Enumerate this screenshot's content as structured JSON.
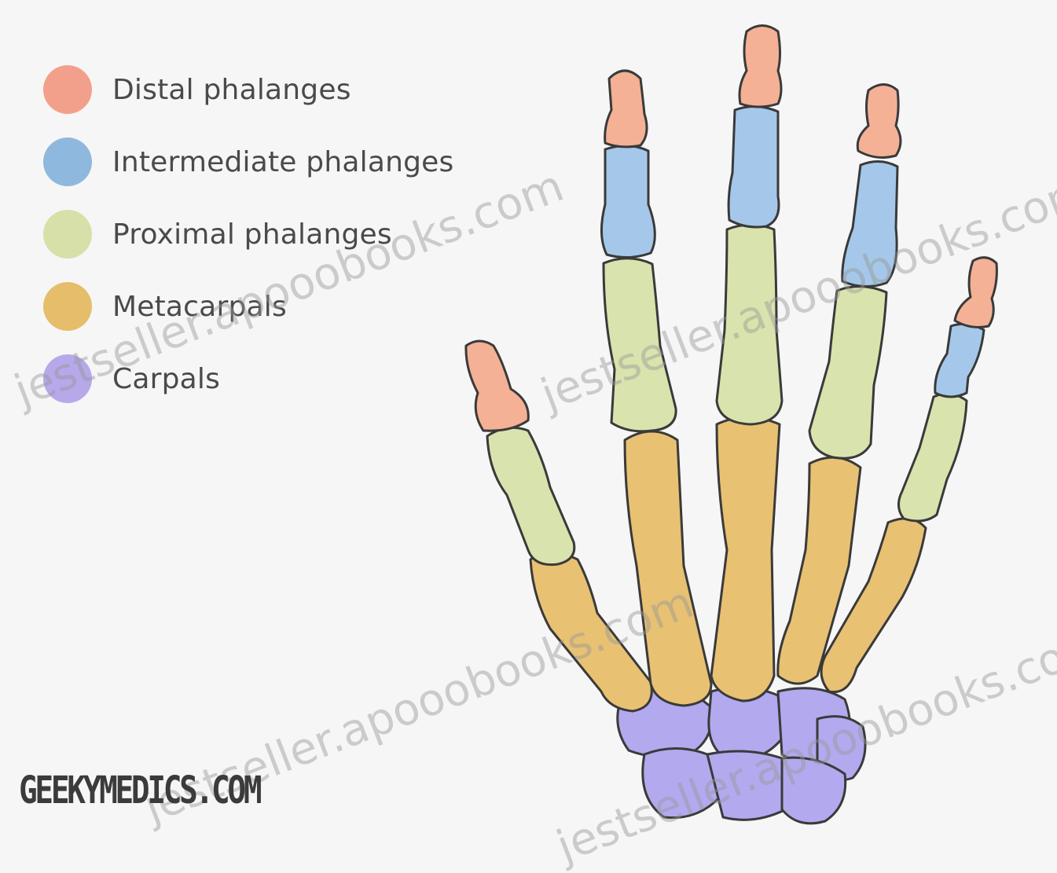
{
  "legend": [
    {
      "label": "Distal phalanges",
      "color": "#f2a08c"
    },
    {
      "label": "Intermediate phalanges",
      "color": "#8fb8de"
    },
    {
      "label": "Proximal phalanges",
      "color": "#d6e0a8"
    },
    {
      "label": "Metacarpals",
      "color": "#e6bd6a"
    },
    {
      "label": "Carpals",
      "color": "#b7a8ea"
    }
  ],
  "colors": {
    "distal": "#f4b196",
    "intermediate": "#a5c8ea",
    "proximal": "#d9e3ad",
    "metacarpal": "#e8c173",
    "carpal": "#b3a9ee",
    "outline": "#3a3a3a"
  },
  "brand": "GEEKYMEDICS.COM",
  "watermark": "jestseller.apooobooks.com"
}
